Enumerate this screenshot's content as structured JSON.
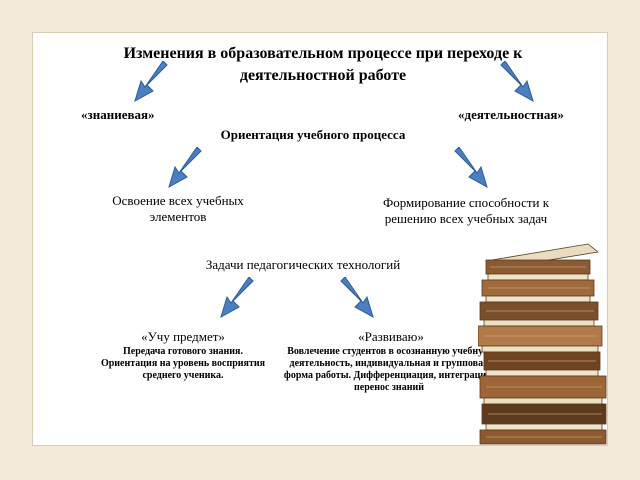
{
  "title": "Изменения в образовательном процессе при переходе к деятельностной работе",
  "left_label": "«знаниевая»",
  "right_label": "«деятельностная»",
  "orientation": "Ориентация учебного процесса",
  "mastery": "Освоение всех учебных элементов",
  "formation": "Формирование способности к решению всех учебных задач",
  "tasks": "Задачи педагогических технологий",
  "learn_subject": "«Учу предмет»",
  "learn_desc": "Передача готового знания. Ориентация на уровень восприятия среднего ученика.",
  "develop": "«Развиваю»",
  "develop_desc": "Вовлечение студентов в осознанную учебную деятельность, индивидуальная и групповая форма работы. Дифференциация, интеграция, перенос знаний",
  "colors": {
    "background": "#f4ead8",
    "arrow_fill": "#4a7fc1",
    "arrow_stroke": "#2d5a94"
  },
  "icons": [
    "arrow-down-left-icon",
    "arrow-down-right-icon",
    "books-stack-image"
  ]
}
